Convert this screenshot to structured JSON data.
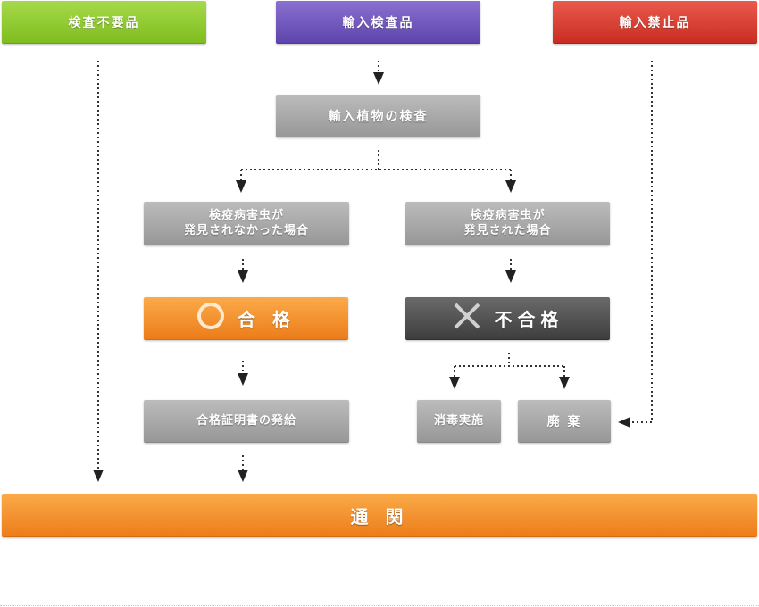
{
  "top": {
    "no_inspection": "検査不要品",
    "import_inspection": "輸入検査品",
    "import_prohibited": "輸入禁止品"
  },
  "inspection": "輸入植物の検査",
  "not_found": {
    "line1": "検疫病害虫が",
    "line2": "発見されなかった場合"
  },
  "found": {
    "line1": "検疫病害虫が",
    "line2": "発見された場合"
  },
  "pass": {
    "icon": "circle-icon",
    "label": "合 格"
  },
  "fail": {
    "icon": "cross-icon",
    "label": "不合格"
  },
  "certificate": "合格証明書の発給",
  "disinfection": "消毒実施",
  "disposal": "廃 棄",
  "clearance": "通 関",
  "colors": {
    "green": "#8cc63f",
    "purple": "#6a52b8",
    "red": "#d9382c",
    "gray": "#a8a8a8",
    "orange": "#f28c28",
    "dark": "#505050"
  }
}
